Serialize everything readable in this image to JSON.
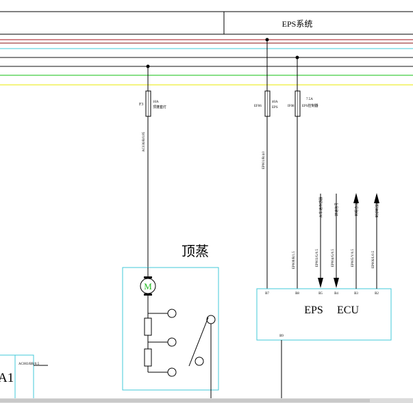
{
  "header": {
    "section_title": "EPS系统"
  },
  "power_lines": {
    "colors": [
      "#000000",
      "#a0101a",
      "#8b1010",
      "#40c8d8",
      "#101010",
      "#101010",
      "#10c010",
      "#e8e800"
    ]
  },
  "fuses": {
    "f3": {
      "id": "F3",
      "rating": "10A",
      "name": "顶蓬套灯",
      "wire": "AC036/R/0.85"
    },
    "f_eps": {
      "id": "EF06",
      "rating": "40A",
      "name": "EPS",
      "wire": "EP001/R/4.0"
    },
    "f_ign": {
      "id": "IF08",
      "rating": "7.5A",
      "name": "EPS控制器",
      "wire": "EP008/R/1.5"
    }
  },
  "dome_lamp": {
    "title": "顶蒸",
    "motor_label": "M"
  },
  "ecu": {
    "name_left": "EPS",
    "name_right": "ECU",
    "pins": [
      "B7",
      "B8",
      "B5",
      "B4",
      "B3",
      "B2"
    ],
    "ground_pin": "B9"
  },
  "signals": [
    {
      "label": "从车速传感器",
      "wire": "EP003/G/0.5"
    },
    {
      "label": "转速信号",
      "wire": "EP004/G/0.5"
    },
    {
      "label": "到组合仪表",
      "wire": "EP005/Y/0.5"
    },
    {
      "label": "到诊断接口",
      "wire": "EP006/L/0.5"
    }
  ],
  "connector_a1": {
    "label": "A1",
    "wire": "AC003/BR/0.5"
  },
  "colors": {
    "cyan_box": "#40c8d8",
    "motor_green": "#22bb22"
  }
}
